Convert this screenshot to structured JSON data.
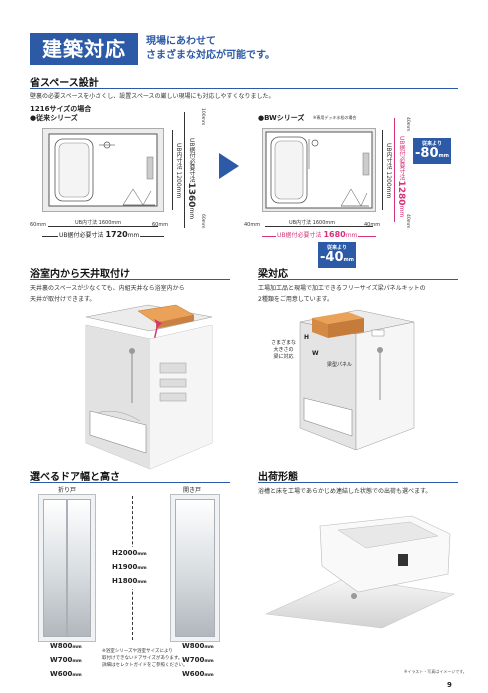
{
  "header": {
    "title": "建築対応",
    "subtitle_line1": "現場にあわせて",
    "subtitle_line2": "さまざまな対応が可能です。"
  },
  "space": {
    "title": "省スペース設計",
    "desc": "壁裏の必要スペースを小さくし、設置スペースの厳しい現場にも対応しやすくなりました。",
    "case_label": "1216サイズの場合",
    "conventional": {
      "label": "●従来シリーズ",
      "ub_width": "UB内寸法 1600mm",
      "ub_install_w_prefix": "UB据付必要寸法",
      "ub_install_w_value": "1720",
      "ub_install_w_unit": "mm",
      "ub_height": "UB内寸法 1200mm",
      "ub_install_h_prefix": "UB据付必要寸法",
      "ub_install_h_value": "1360",
      "ub_install_h_unit": "mm",
      "gap_left": "60mm",
      "gap_right": "60mm",
      "gap_top": "100mm",
      "gap_bottom": "60mm"
    },
    "bw": {
      "label": "●BWシリーズ",
      "note": "※専用デッキ水栓の場合",
      "ub_width": "UB内寸法 1600mm",
      "ub_install_w_prefix": "UB据付必要寸法",
      "ub_install_w_value": "1680",
      "ub_install_w_unit": "mm",
      "ub_height": "UB内寸法 1200mm",
      "ub_install_h_prefix": "UB据付必要寸法",
      "ub_install_h_value": "1280",
      "ub_install_h_unit": "mm",
      "gap_left": "40mm",
      "gap_right": "40mm",
      "gap_top": "40mm",
      "gap_bottom": "40mm",
      "badge_right_label": "従来より",
      "badge_right_value": "-80",
      "badge_bottom_label": "従来より",
      "badge_bottom_value": "-40",
      "badge_unit": "mm"
    }
  },
  "ceiling": {
    "title": "浴室内から天井取付け",
    "desc_line1": "天井裏のスペースが少なくても、内組天井なら浴室内から",
    "desc_line2": "天井が取付けできます。"
  },
  "beam": {
    "title": "梁対応",
    "desc_line1": "工場加工品と現場で加工できるフリーサイズ梁パネルキットの",
    "desc_line2": "2種類をご用意しています。",
    "note1": "さまざまな",
    "note2": "大きさの",
    "note3": "梁に対応",
    "h_label": "H",
    "w_label": "W",
    "panel_label": "梁型パネル"
  },
  "doors": {
    "title": "選べるドア幅と高さ",
    "folding_label": "折り戸",
    "hinged_label": "開き戸",
    "heights": [
      "H2000",
      "H1900",
      "H1800"
    ],
    "widths": [
      "W800",
      "W700",
      "W600"
    ],
    "unit": "mm",
    "note_line1": "※浴室シリーズや浴室サイズにより",
    "note_line2": "取付けできないドアサイズがあります。",
    "note_line3": "詳細はセレクトガイドをご参照ください。"
  },
  "shipping": {
    "title": "出荷形態",
    "desc": "浴槽と床を工場であらかじめ連結した状態での出荷も選べます。"
  },
  "footer": {
    "image_note": "※イラスト・写真はイメージです。",
    "page_number": "9"
  },
  "colors": {
    "brand_blue": "#2c5aa6",
    "accent_pink": "#d6337b",
    "beam_orange": "#e9a258"
  }
}
